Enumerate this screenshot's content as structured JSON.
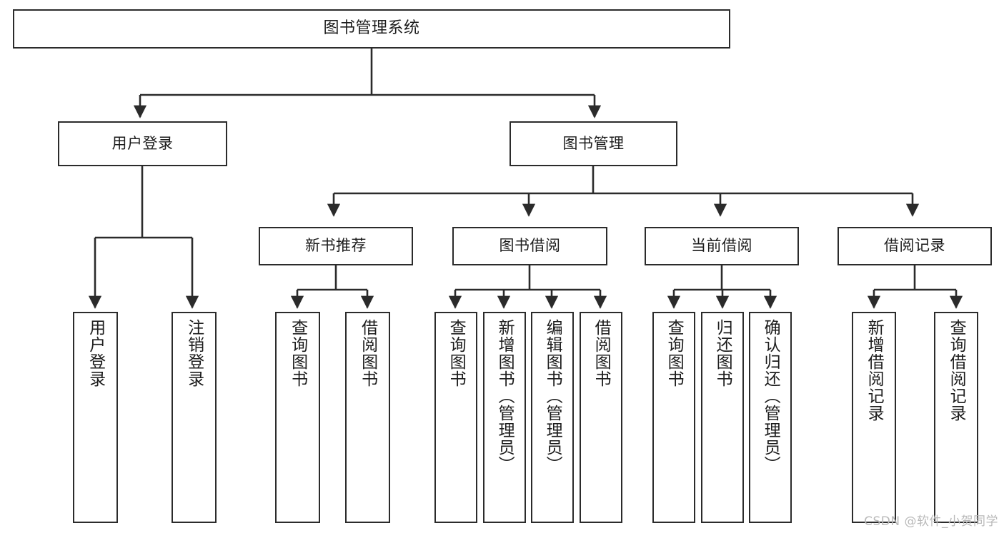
{
  "diagram": {
    "type": "tree",
    "title": "图书管理系统",
    "watermark": "CSDN @软件_小贺同学",
    "colors": {
      "background": "#ffffff",
      "box_border": "#2b2b2b",
      "box_fill": "#ffffff",
      "edge": "#2b2b2b",
      "text": "#1c1c1c",
      "watermark": "#b9b9b9"
    },
    "nodes": {
      "root": {
        "label": "图书管理系统",
        "level": 0
      },
      "level1": [
        {
          "id": "user-login",
          "label": "用户登录"
        },
        {
          "id": "book-manage",
          "label": "图书管理"
        }
      ],
      "level2": [
        {
          "id": "new-book-recommend",
          "label": "新书推荐",
          "parent": "book-manage"
        },
        {
          "id": "book-borrow",
          "label": "图书借阅",
          "parent": "book-manage"
        },
        {
          "id": "current-borrow",
          "label": "当前借阅",
          "parent": "book-manage"
        },
        {
          "id": "borrow-record",
          "label": "借阅记录",
          "parent": "book-manage"
        }
      ],
      "leaves": {
        "user-login": [
          {
            "id": "leaf-user-login",
            "label": "用户登录"
          },
          {
            "id": "leaf-logout",
            "label": "注销登录"
          }
        ],
        "new-book-recommend": [
          {
            "id": "leaf-query-book-1",
            "label": "查询图书"
          },
          {
            "id": "leaf-borrow-book-1",
            "label": "借阅图书"
          }
        ],
        "book-borrow": [
          {
            "id": "leaf-query-book-2",
            "label": "查询图书"
          },
          {
            "id": "leaf-add-book",
            "label": "新增图书（管理员）"
          },
          {
            "id": "leaf-edit-book",
            "label": "编辑图书（管理员）"
          },
          {
            "id": "leaf-borrow-book-2",
            "label": "借阅图书"
          }
        ],
        "current-borrow": [
          {
            "id": "leaf-query-book-3",
            "label": "查询图书"
          },
          {
            "id": "leaf-return-book",
            "label": "归还图书"
          },
          {
            "id": "leaf-confirm-return",
            "label": "确认归还（管理员）"
          }
        ],
        "borrow-record": [
          {
            "id": "leaf-add-record",
            "label": "新增借阅记录"
          },
          {
            "id": "leaf-query-record",
            "label": "查询借阅记录"
          }
        ]
      }
    }
  }
}
